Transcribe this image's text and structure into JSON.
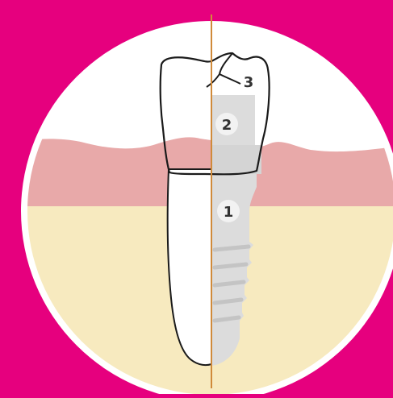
{
  "diagram": {
    "colors": {
      "background": "#e6007e",
      "circle": "#ffffff",
      "gum": "#e8a9a9",
      "bone": "#f7eabf",
      "axis_line": "#d08a3a",
      "implant": "#dcdcdc",
      "label_badge": "#f2f2f2",
      "outline": "#1a1a1a"
    },
    "labels": {
      "implant_body": "1",
      "abutment": "2",
      "crown": "3"
    }
  }
}
